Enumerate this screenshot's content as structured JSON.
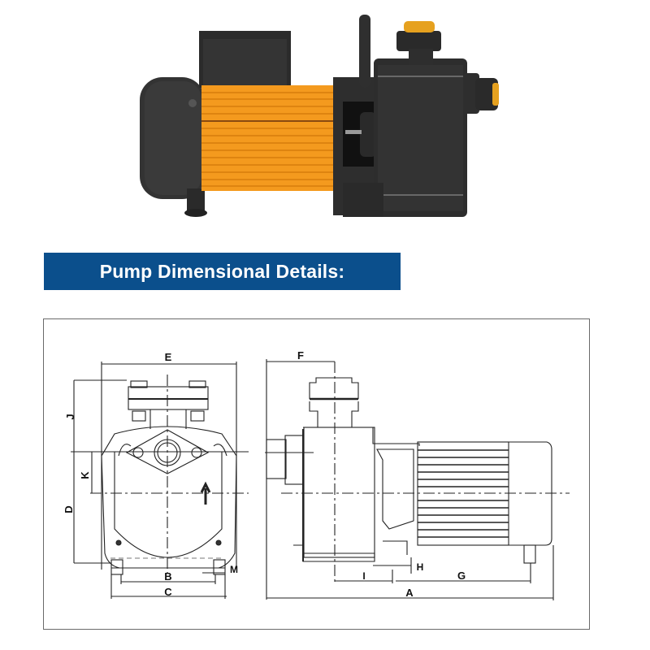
{
  "product_image": {
    "name": "Self-priming monoblock pump",
    "colors": {
      "body": "#2e2e2e",
      "motor_housing": "#f49a1e",
      "accent": "#f0a020"
    }
  },
  "banner": {
    "title": "Pump Dimensional Details:",
    "background": "#0b4f8c",
    "text_color": "#ffffff"
  },
  "drawing": {
    "front_view": {
      "labels": {
        "E": "E",
        "J": "J",
        "K": "K",
        "D": "D",
        "B": "B",
        "C": "C",
        "M": "M"
      }
    },
    "side_view": {
      "labels": {
        "F": "F",
        "H": "H",
        "I": "I",
        "G": "G",
        "A": "A"
      }
    }
  }
}
